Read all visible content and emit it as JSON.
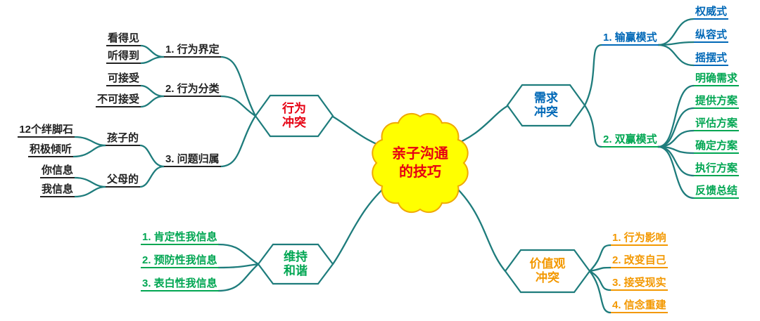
{
  "colors": {
    "teal": "#1e7c7c",
    "cloud_fill": "#ffff00",
    "cloud_stroke": "#f0a800",
    "red": "#e60012",
    "blue": "#0068b7",
    "green": "#00a652",
    "orange": "#f39800",
    "black": "#222222"
  },
  "center": {
    "title": "亲子沟通\n的技巧"
  },
  "branches": {
    "behavior_conflict": {
      "title": "行为\n冲突",
      "items": [
        {
          "label": "1. 行为界定",
          "children": [
            "看得见",
            "听得到"
          ]
        },
        {
          "label": "2. 行为分类",
          "children": [
            "可接受",
            "不可接受"
          ]
        },
        {
          "label": "3. 问题归属",
          "children": [
            {
              "label": "孩子的",
              "children": [
                "12个绊脚石",
                "积极倾听"
              ]
            },
            {
              "label": "父母的",
              "children": [
                "你信息",
                "我信息"
              ]
            }
          ]
        }
      ]
    },
    "needs_conflict": {
      "title": "需求\n冲突",
      "items": [
        {
          "label": "1. 输赢模式",
          "children": [
            "权威式",
            "纵容式",
            "摇摆式"
          ]
        },
        {
          "label": "2. 双赢模式",
          "children": [
            "明确需求",
            "提供方案",
            "评估方案",
            "确定方案",
            "执行方案",
            "反馈总结"
          ]
        }
      ]
    },
    "harmony": {
      "title": "维持\n和谐",
      "items": [
        {
          "label": "1. 肯定性我信息"
        },
        {
          "label": "2. 预防性我信息"
        },
        {
          "label": "3. 表白性我信息"
        }
      ]
    },
    "values_conflict": {
      "title": "价值观\n冲突",
      "items": [
        {
          "label": "1. 行为影响"
        },
        {
          "label": "2. 改变自己"
        },
        {
          "label": "3. 接受现实"
        },
        {
          "label": "4. 信念重建"
        }
      ]
    }
  }
}
